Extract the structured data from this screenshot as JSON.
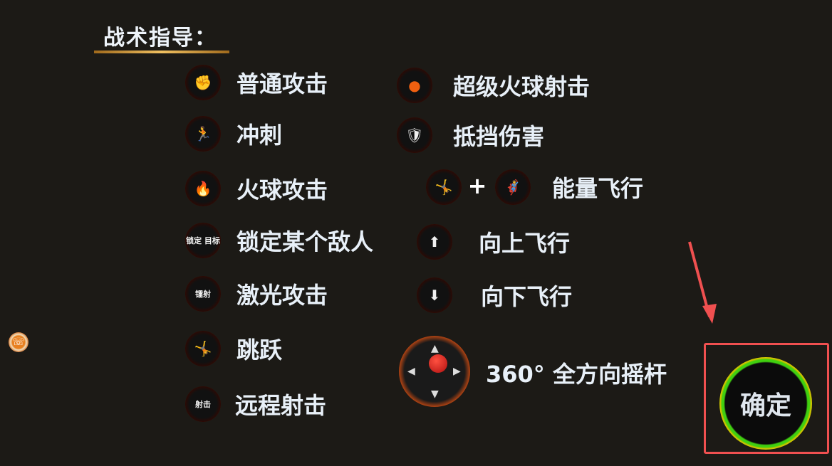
{
  "title": "战术指导：",
  "left_items": [
    {
      "label": "普通攻击",
      "icon": "fist-icon",
      "glyph": "✊"
    },
    {
      "label": "冲刺",
      "icon": "sprint-icon",
      "glyph": "🏃"
    },
    {
      "label": "火球攻击",
      "icon": "fire-icon",
      "glyph": "🔥"
    },
    {
      "label": "锁定某个敌人",
      "icon": "lock-target-icon",
      "glyph": "锁定 目标"
    },
    {
      "label": "激光攻击",
      "icon": "laser-icon",
      "glyph": "镭射"
    },
    {
      "label": "跳跃",
      "icon": "jump-icon",
      "glyph": "🤸"
    },
    {
      "label": "远程射击",
      "icon": "ranged-shot-icon",
      "glyph": "射击"
    }
  ],
  "right_items": [
    {
      "label": "超级火球射击",
      "icon": "super-fireball-icon",
      "glyph": "●"
    },
    {
      "label": "抵挡伤害",
      "icon": "shield-icon",
      "glyph": "🛡"
    },
    {
      "label": "能量飞行",
      "icon": "jump-icon",
      "glyph": "🤸",
      "icon2": "fly-icon",
      "glyph2": "🦸",
      "plus": "+"
    },
    {
      "label": "向上飞行",
      "icon": "arrow-up-icon",
      "glyph": "⬆"
    },
    {
      "label": "向下飞行",
      "icon": "arrow-down-icon",
      "glyph": "⬇"
    },
    {
      "label": "360°  全方向摇杆",
      "icon": "joystick-icon"
    }
  ],
  "confirm_label": "确定",
  "colors": {
    "background": "#1c1a16",
    "highlight": "#f05050",
    "ring": "#40d010"
  }
}
